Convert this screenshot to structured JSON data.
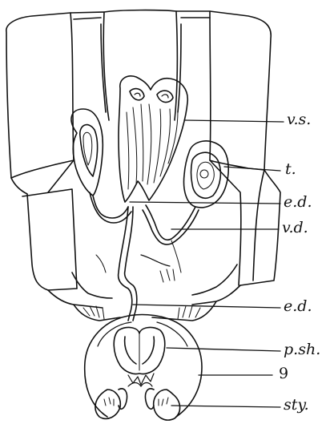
{
  "figure": {
    "labels": {
      "vs": "v.s.",
      "t": "t.",
      "ed_upper": "e.d.",
      "vd": "v.d.",
      "ed_lower": "e.d.",
      "psh": "p.sh.",
      "segment_9": "9",
      "sty": "sty."
    },
    "ink_color": "#111111"
  }
}
